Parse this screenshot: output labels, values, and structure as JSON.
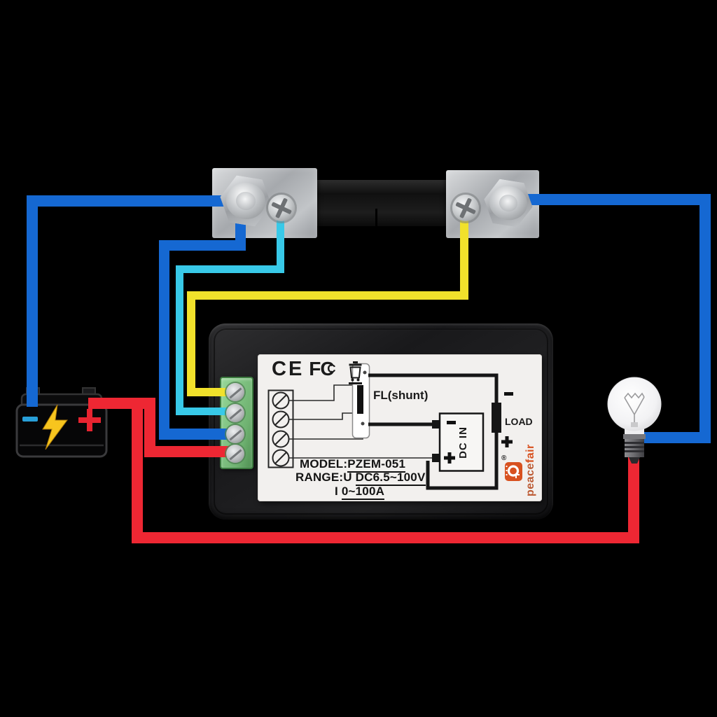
{
  "colors": {
    "background": "#000000",
    "wire_blue": "#1568d2",
    "wire_cyan": "#38c9e8",
    "wire_yellow": "#f1e12b",
    "wire_red": "#ee2733",
    "terminal_block_green": "#7cc57e",
    "brand_orange": "#d8511f",
    "brand_orange_muted": "#bc5a33",
    "battery_minus_blue": "#289fd8",
    "battery_plus_red": "#e82430",
    "lightning_yellow": "#f7c51e"
  },
  "meter": {
    "certifications": {
      "ce": "CE",
      "fcc": "FC",
      "fcc_inner": "C"
    },
    "diagram": {
      "shunt_label": "FL(shunt)",
      "dc_in_label": "DC IN",
      "load_label": "LOAD",
      "registered_mark": "®",
      "brand_peace": "peace",
      "brand_fair": "fair",
      "polarity_symbols": {
        "load": [
          "-",
          "+"
        ],
        "dc_in": [
          "-",
          "+"
        ]
      }
    },
    "specs": {
      "model_label": "MODEL:",
      "model_value": "PZEM-051",
      "range_label": "RANGE:U",
      "range_value": "DC6.5~100V",
      "current_label": "I",
      "current_value": "0~100A"
    }
  },
  "battery": {
    "polarity_symbols": [
      "-",
      "+"
    ]
  }
}
